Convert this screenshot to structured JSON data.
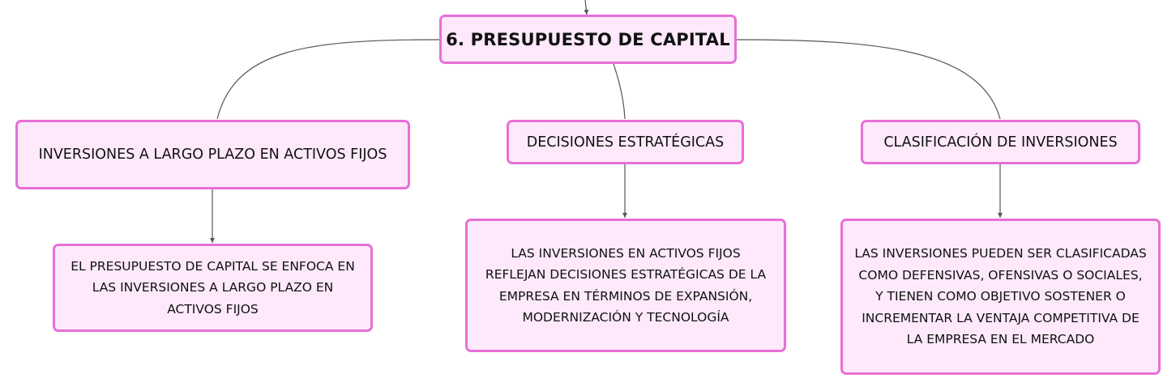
{
  "colors": {
    "node_fill": "#fde9fb",
    "node_border": "#e86fd8",
    "connector": "#555555",
    "text": "#111111"
  },
  "diagram": {
    "type": "mind-map",
    "root": {
      "label": "6. PRESUPUESTO DE CAPITAL"
    },
    "branches": [
      {
        "label": "INVERSIONES A LARGO PLAZO EN ACTIVOS FIJOS",
        "detail_lines": [
          "EL PRESUPUESTO DE CAPITAL SE ENFOCA EN",
          "LAS INVERSIONES A LARGO PLAZO EN",
          "ACTIVOS FIJOS"
        ]
      },
      {
        "label": "DECISIONES ESTRATÉGICAS",
        "detail_lines": [
          "LAS INVERSIONES EN ACTIVOS FIJOS",
          "REFLEJAN DECISIONES ESTRATÉGICAS DE LA",
          "EMPRESA EN TÉRMINOS DE EXPANSIÓN,",
          "MODERNIZACIÓN Y TECNOLOGÍA"
        ]
      },
      {
        "label": "CLASIFICACIÓN DE INVERSIONES",
        "detail_lines": [
          "LAS INVERSIONES PUEDEN SER CLASIFICADAS",
          "COMO DEFENSIVAS, OFENSIVAS O SOCIALES,",
          "Y TIENEN COMO OBJETIVO SOSTENER O",
          "INCREMENTAR LA VENTAJA COMPETITIVA DE",
          "LA EMPRESA EN EL MERCADO"
        ]
      }
    ]
  }
}
